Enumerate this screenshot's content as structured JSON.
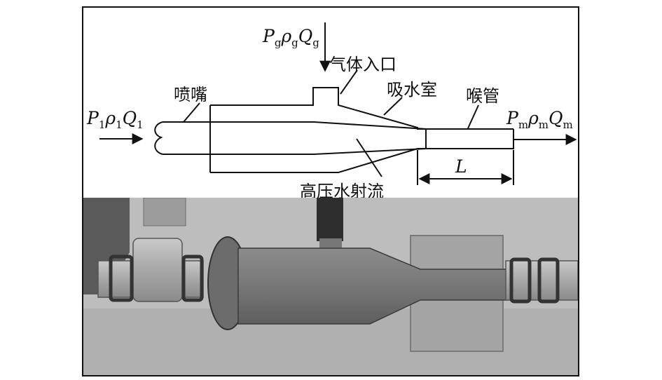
{
  "diagram": {
    "gas_inlet_params": {
      "P": "P",
      "P_sub": "g",
      "rho": "ρ",
      "rho_sub": "g",
      "Q": "Q",
      "Q_sub": "g"
    },
    "inlet_params": {
      "P": "P",
      "P_sub": "1",
      "rho": "ρ",
      "rho_sub": "1",
      "Q": "Q",
      "Q_sub": "1"
    },
    "outlet_params": {
      "P": "P",
      "P_sub": "m",
      "rho": "ρ",
      "rho_sub": "m",
      "Q": "Q",
      "Q_sub": "m"
    },
    "labels": {
      "gas_inlet": "气体入口",
      "nozzle": "喷嘴",
      "suction_chamber": "吸水室",
      "throat": "喉管",
      "high_pressure_jet": "高压水射流",
      "length": "L"
    }
  },
  "photo": {
    "description_colors": {
      "background": "#b9b9b9",
      "pipe": "#7a7a7a",
      "metal": "#a8a8a8",
      "dark": "#3a3a3a"
    }
  }
}
